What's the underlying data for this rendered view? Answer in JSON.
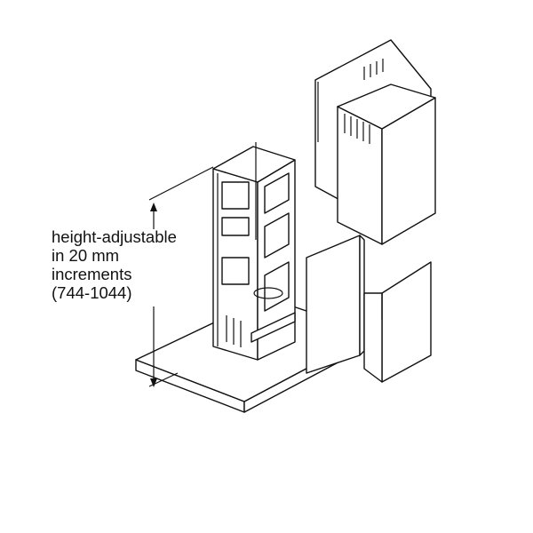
{
  "annotation": {
    "lines": [
      "height-adjustable",
      "in 20 mm",
      "increments",
      "(744-1044)"
    ]
  }
}
